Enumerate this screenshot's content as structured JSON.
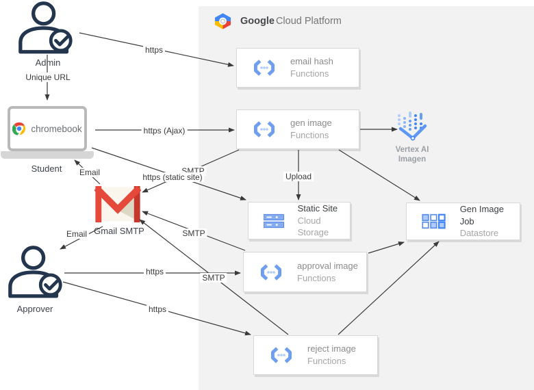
{
  "header": {
    "brand_bold": "Google",
    "brand_rest": "Cloud Platform"
  },
  "actors": {
    "admin": {
      "label": "Admin"
    },
    "student": {
      "label": "Student",
      "device": "chromebook"
    },
    "gmail": {
      "label": "Gmail SMTP"
    },
    "approver": {
      "label": "Approver"
    }
  },
  "services": {
    "email_hash": {
      "title": "email hash",
      "subtitle": "Functions"
    },
    "gen_image": {
      "title": "gen image",
      "subtitle": "Functions"
    },
    "static_site": {
      "title": "Static Site",
      "subtitle": "Cloud Storage"
    },
    "approval_image": {
      "title": "approval image",
      "subtitle": "Functions"
    },
    "gen_image_job": {
      "title": "Gen Image Job",
      "subtitle": "Datastore"
    },
    "reject_image": {
      "title": "reject image",
      "subtitle": "Functions"
    }
  },
  "vertex": {
    "line1": "Vertex AI",
    "line2": "Imagen"
  },
  "edges": {
    "admin_emailhash": {
      "label": "https"
    },
    "admin_chromebook": {
      "label": "Unique URL"
    },
    "chromebook_genimage": {
      "label": "https (Ajax)"
    },
    "chromebook_staticsite": {
      "label": "https (static site)"
    },
    "genimage_gmail": {
      "label": "SMTP"
    },
    "gmail_student": {
      "label": "Email"
    },
    "genimage_staticsite": {
      "label": "Upload"
    },
    "gmail_approver": {
      "label": "Email"
    },
    "approver_approval": {
      "label": "https"
    },
    "approval_gmail": {
      "label": "SMTP"
    },
    "reject_gmail": {
      "label": "SMTP"
    },
    "approver_reject": {
      "label": "https"
    }
  },
  "colors": {
    "gcp_background": "#f2f2f2",
    "google_blue": "#4285f4",
    "google_red": "#ea4335",
    "google_yellow": "#fbbc05",
    "google_green": "#34a853",
    "gmail_red": "#db4437",
    "actor_navy": "#24364e"
  }
}
